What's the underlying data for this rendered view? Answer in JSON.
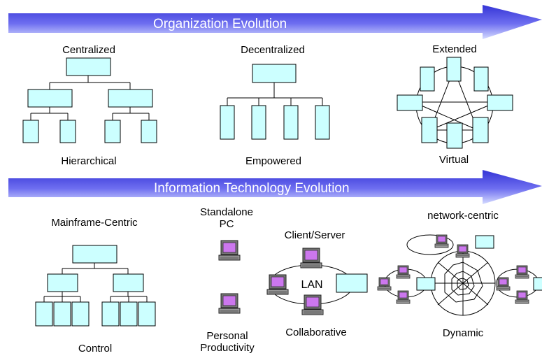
{
  "banners": {
    "organization": "Organization Evolution",
    "it": "Information Technology Evolution"
  },
  "org": {
    "centralized": {
      "title": "Centralized",
      "caption": "Hierarchical"
    },
    "decentralized": {
      "title": "Decentralized",
      "caption": "Empowered"
    },
    "extended": {
      "title": "Extended",
      "caption": "Virtual"
    }
  },
  "it": {
    "mainframe": {
      "title": "Mainframe-Centric",
      "caption": "Control"
    },
    "standalone": {
      "title": "Standalone PC",
      "caption": "Personal Productivity"
    },
    "clientserver": {
      "title": "Client/Server",
      "center": "LAN",
      "caption": "Collaborative"
    },
    "network": {
      "title": "network-centric",
      "caption": "Dynamic"
    }
  },
  "colors": {
    "arrow_dark": "#3b3bd8",
    "arrow_light": "#c9d4ff",
    "box_fill": "#ccffff",
    "monitor_screen": "#cc77ee"
  }
}
